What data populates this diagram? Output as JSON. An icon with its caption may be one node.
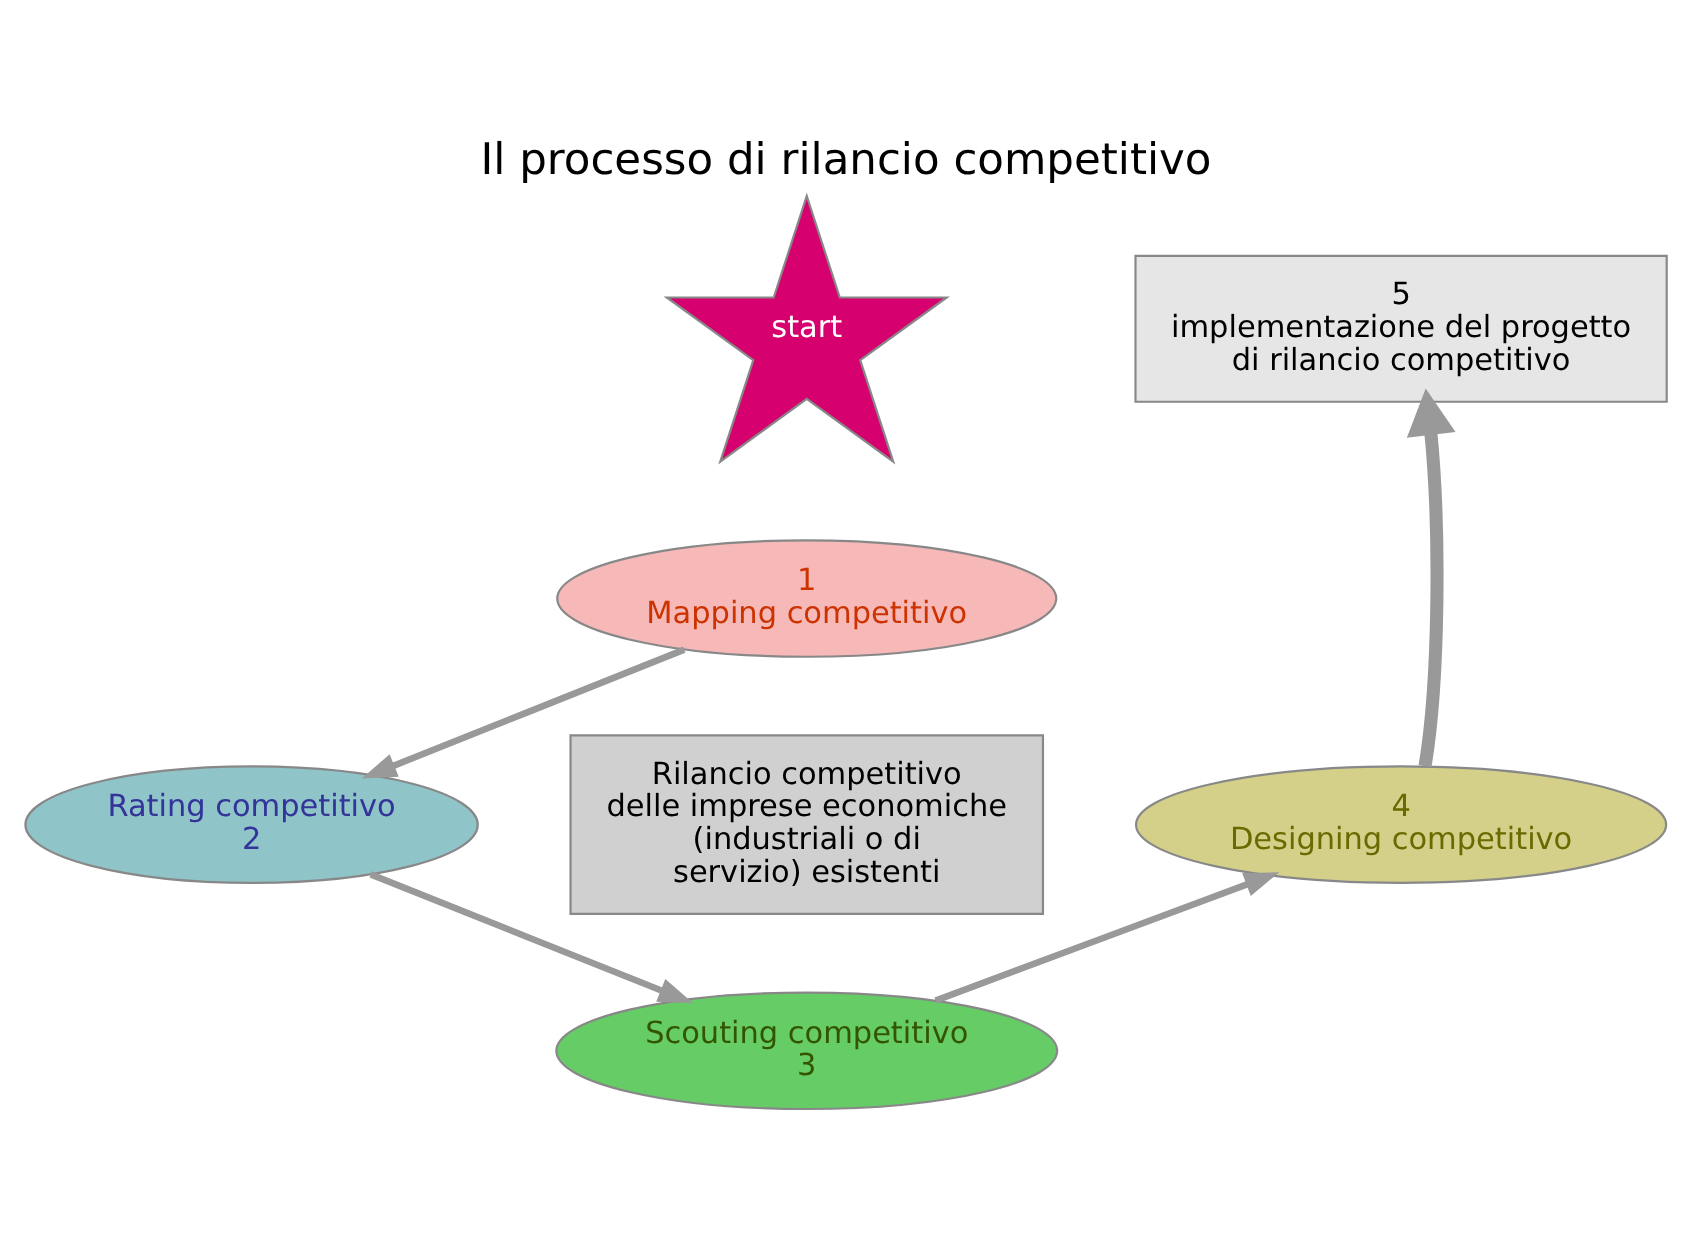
{
  "diagram": {
    "title": "Il processo di rilancio competitivo",
    "nodes": [
      {
        "text": [
          "start"
        ]
      },
      {
        "text": [
          "1",
          "Mapping competitivo"
        ]
      },
      {
        "text": [
          "Rating competitivo",
          "2"
        ]
      },
      {
        "text": [
          "Scouting competitivo",
          "3"
        ]
      },
      {
        "text": [
          "4",
          "Designing competitivo"
        ]
      },
      {
        "text": [
          "5",
          "implementazione del progetto di rilancio competitivo"
        ]
      },
      {
        "text": [
          "Rilancio competitivo delle imprese economiche (industriali o di servizio) esistenti"
        ]
      }
    ],
    "edges": [
      {
        "from": 1,
        "to": 2,
        "arrow": "to"
      },
      {
        "from": 2,
        "to": 3,
        "arrow": "to"
      },
      {
        "from": 3,
        "to": 4,
        "arrow": "to"
      },
      {
        "from": 4,
        "to": 5,
        "arrow": "to",
        "style": "thick"
      }
    ]
  }
}
